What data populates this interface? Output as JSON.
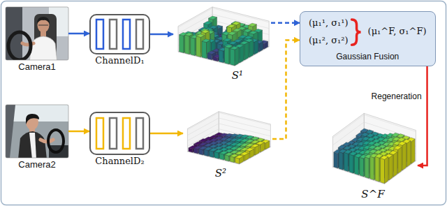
{
  "diagram": {
    "nodes": [
      {
        "text": [
          "Camera1"
        ]
      },
      {
        "text": [
          "ChannelD₁"
        ]
      },
      {
        "text": [
          "S¹"
        ]
      },
      {
        "text": [
          "(μ₁¹, σ₁¹)",
          "(μ₁², σ₁²)",
          "(μ₁^F, σ₁^F)",
          "Gaussian Fusion"
        ]
      },
      {
        "text": [
          "Camera2"
        ]
      },
      {
        "text": [
          "ChannelD₂"
        ]
      },
      {
        "text": [
          "S²"
        ]
      },
      {
        "text": [
          "S^F"
        ]
      }
    ],
    "edges": [
      {
        "from": 0,
        "to": 1,
        "arrow": "to"
      },
      {
        "from": 1,
        "to": 2,
        "arrow": "to"
      },
      {
        "from": 2,
        "to": 3,
        "arrow": "to"
      },
      {
        "from": 4,
        "to": 5,
        "arrow": "to"
      },
      {
        "from": 5,
        "to": 6,
        "arrow": "to"
      },
      {
        "from": 6,
        "to": 3,
        "arrow": "to"
      },
      {
        "from": 3,
        "to": 7,
        "label": "Regeneration",
        "arrow": "to"
      }
    ]
  }
}
